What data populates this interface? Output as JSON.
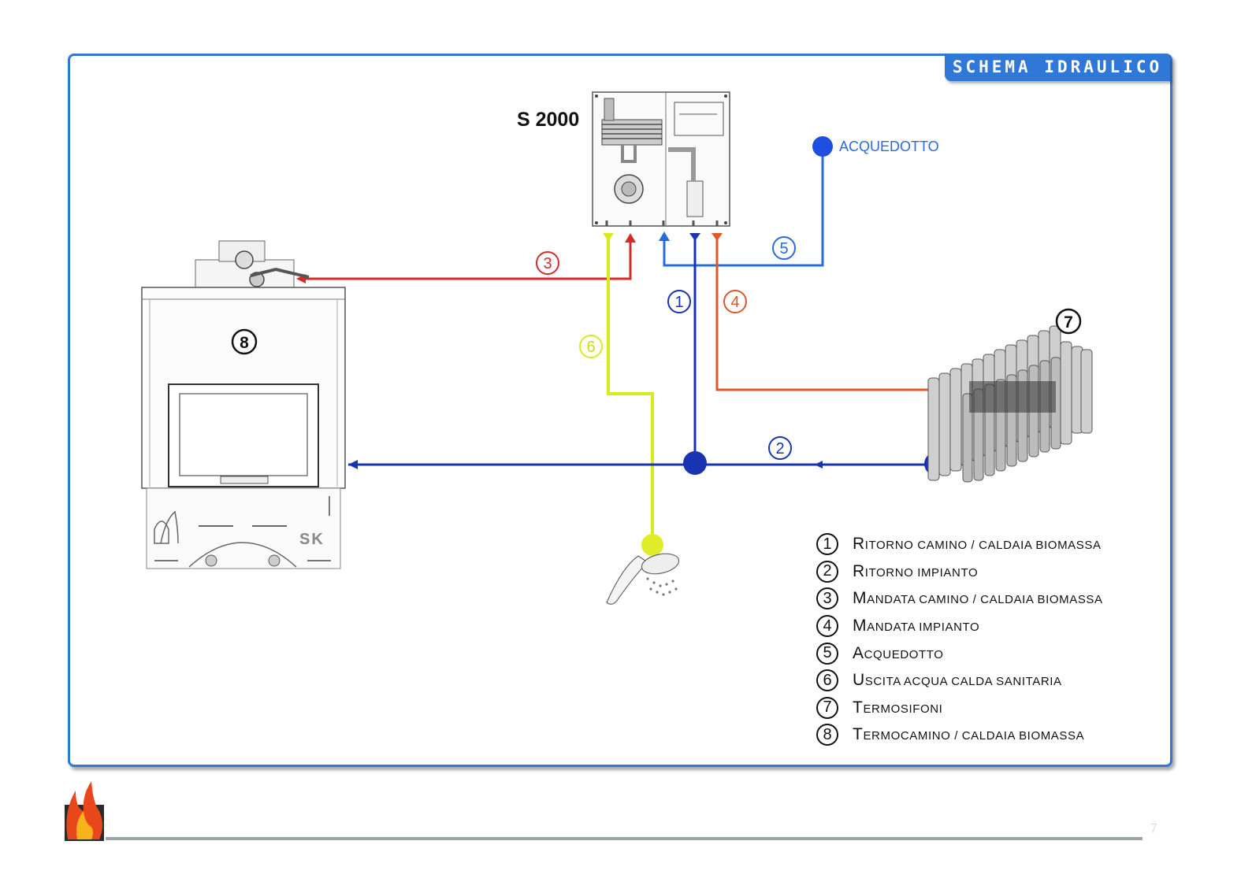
{
  "header": {
    "title": "SCHEMA IDRAULICO"
  },
  "device": {
    "name": "S 2000"
  },
  "water_supply": {
    "label": "ACQUEDOTTO"
  },
  "fireplace": {
    "brand": "SK"
  },
  "markers": {
    "m1": "1",
    "m2": "2",
    "m3": "3",
    "m4": "4",
    "m5": "5",
    "m6": "6",
    "m7": "7",
    "m8": "8"
  },
  "colors": {
    "frame_blue": "#2f78d8",
    "return_blue": "#1a33b3",
    "supply_red": "#d42b2b",
    "heating_orange": "#e0552a",
    "aqueduct_blue": "#2a6ae0",
    "dhw_yellow": "#d9ea1a"
  },
  "legend": [
    {
      "num": "1",
      "label": "Ritorno camino / caldaia biomassa"
    },
    {
      "num": "2",
      "label": "Ritorno impianto"
    },
    {
      "num": "3",
      "label": "Mandata camino / caldaia biomassa"
    },
    {
      "num": "4",
      "label": "Mandata impianto"
    },
    {
      "num": "5",
      "label": "Acquedotto"
    },
    {
      "num": "6",
      "label": "Uscita acqua calda sanitaria"
    },
    {
      "num": "7",
      "label": "Termosifoni"
    },
    {
      "num": "8",
      "label": "Termocamino / caldaia biomassa"
    }
  ],
  "footer": {
    "page": "7",
    "logo": "flame-logo"
  }
}
